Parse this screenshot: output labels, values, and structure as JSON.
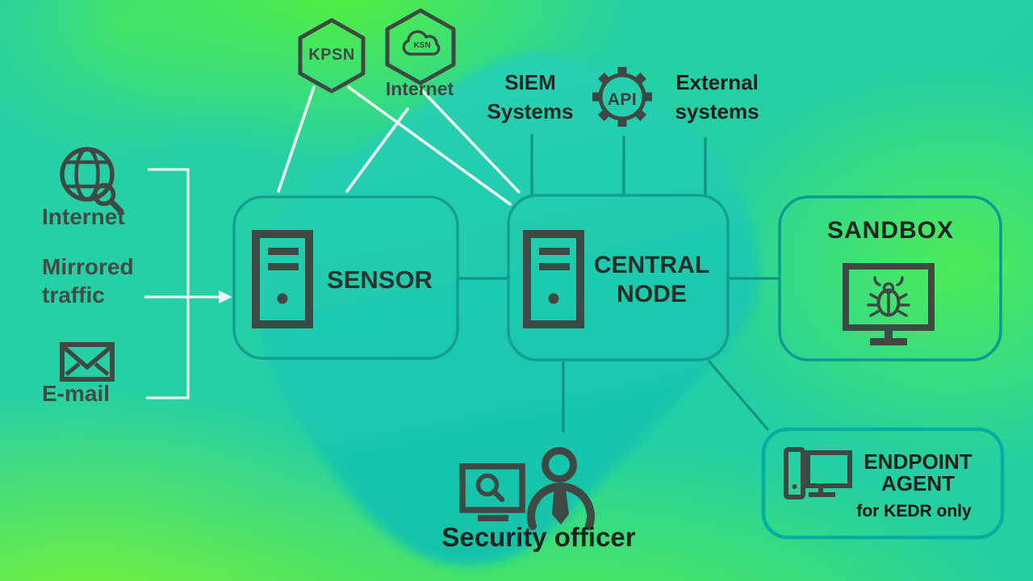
{
  "colors": {
    "background_teal": "#25cfa4",
    "bright_green": "#55f13a",
    "yellow_green": "#80f628",
    "blob_teal": "#1ec8b0",
    "box_border_teal": "#12a090",
    "endpoint_border_teal": "#04afa0",
    "connector_teal": "#0c9485",
    "white_line": "#eef6f1",
    "icon_dark": "#3f4943",
    "label_dark": "#222a25"
  },
  "top_nodes": {
    "kpsn": {
      "label": "KPSN"
    },
    "ksn": {
      "badge": "KSN",
      "label": "Internet"
    },
    "siem": {
      "line1": "SIEM",
      "line2": "Systems"
    },
    "api": {
      "badge": "API"
    },
    "external": {
      "line1": "External",
      "line2": "systems"
    }
  },
  "left_inputs": {
    "internet": {
      "label": "Internet"
    },
    "mirrored": {
      "line1": "Mirrored",
      "line2": "traffic"
    },
    "email": {
      "label": "E-mail"
    }
  },
  "nodes": {
    "sensor": {
      "label": "SENSOR"
    },
    "central_node": {
      "line1": "CENTRAL",
      "line2": "NODE"
    },
    "sandbox": {
      "label": "SANDBOX"
    },
    "endpoint_agent": {
      "line1": "ENDPOINT",
      "line2": "AGENT",
      "note": "for KEDR only"
    },
    "security_officer": {
      "label": "Security officer"
    }
  }
}
